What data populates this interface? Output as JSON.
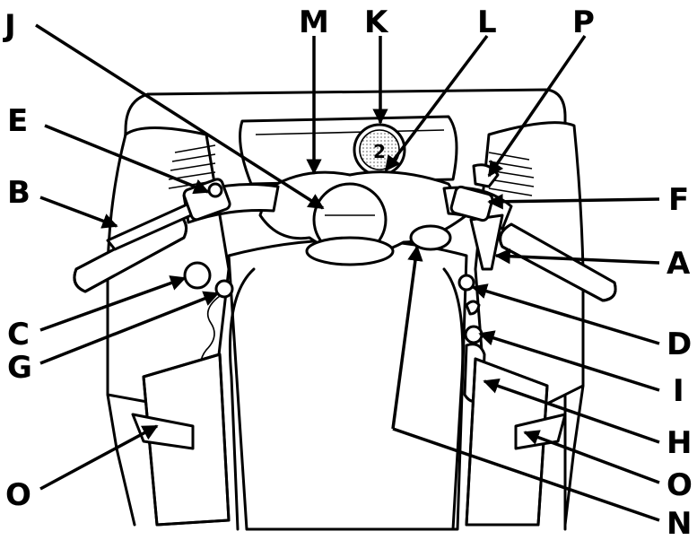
{
  "labels": {
    "A": "A",
    "B": "B",
    "C": "C",
    "D": "D",
    "E": "E",
    "F": "F",
    "G": "G",
    "H": "H",
    "I": "I",
    "J": "J",
    "K": "K",
    "L": "L",
    "M": "M",
    "N": "N",
    "O_left": "O",
    "O_right": "O",
    "P": "P"
  },
  "speedometer_reading": "2"
}
